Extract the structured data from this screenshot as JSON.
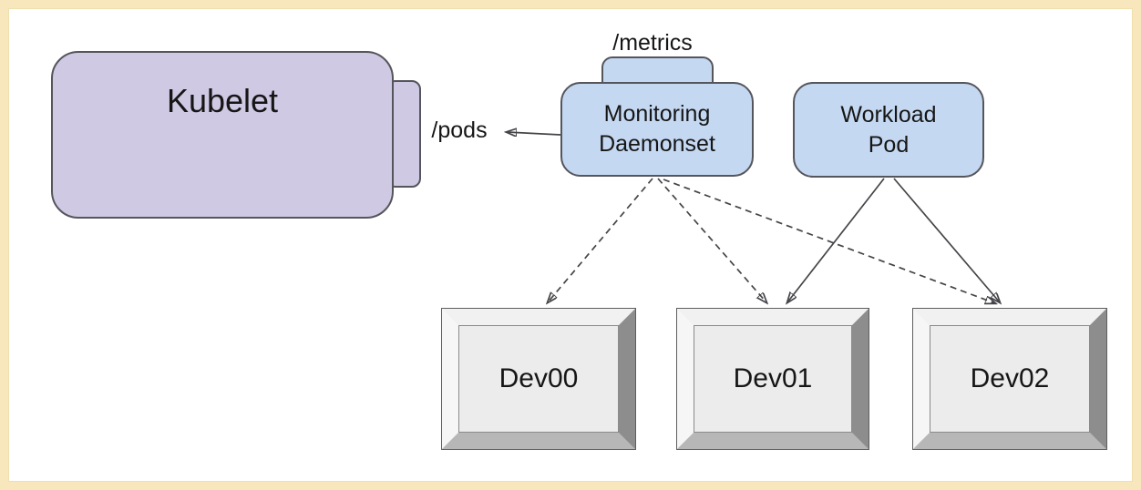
{
  "nodes": {
    "kubelet": {
      "label": "Kubelet"
    },
    "daemonset": {
      "label": "Monitoring\nDaemonset"
    },
    "workload": {
      "label": "Workload\nPod"
    },
    "devices": [
      {
        "label": "Dev00"
      },
      {
        "label": "Dev01"
      },
      {
        "label": "Dev02"
      }
    ]
  },
  "endpoints": {
    "pods": "/pods",
    "metrics": "/metrics"
  },
  "edges": [
    {
      "from": "monitoring-daemonset",
      "to": "kubelet",
      "via": "/pods",
      "style": "solid-arrow-left"
    },
    {
      "from": "monitoring-daemonset",
      "to": "Dev00",
      "style": "dashed"
    },
    {
      "from": "monitoring-daemonset",
      "to": "Dev01",
      "style": "dashed"
    },
    {
      "from": "monitoring-daemonset",
      "to": "Dev02",
      "style": "dashed"
    },
    {
      "from": "workload-pod",
      "to": "Dev01",
      "style": "solid"
    },
    {
      "from": "workload-pod",
      "to": "Dev02",
      "style": "solid"
    }
  ],
  "colors": {
    "frame_border": "#f8e7bc",
    "canvas": "#ffffff",
    "kubelet_fill": "#cfc9e3",
    "pod_fill": "#c5d8f2",
    "node_border": "#55555c",
    "arrow": "#454549",
    "device_face": "#ececec",
    "device_bevel_light": "#f6f6f6",
    "device_bevel_mid": "#b7b7b7",
    "device_bevel_dark": "#8d8d8d"
  }
}
